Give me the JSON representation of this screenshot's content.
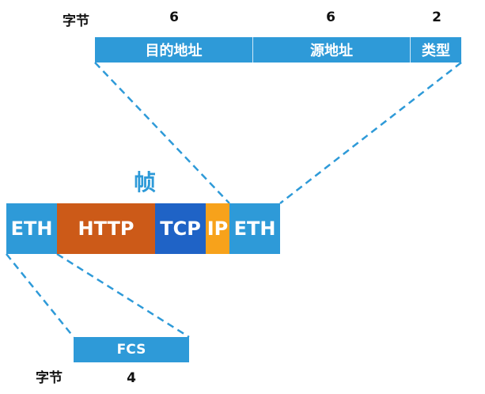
{
  "header": {
    "bytes_label": "字节",
    "fields": [
      {
        "label": "目的地址",
        "bytes": "6"
      },
      {
        "label": "源地址",
        "bytes": "6"
      },
      {
        "label": "类型",
        "bytes": "2"
      }
    ]
  },
  "frame": {
    "title": "帧",
    "segments": [
      {
        "label": "ETH",
        "color": "#2e9ad8"
      },
      {
        "label": "HTTP",
        "color": "#cc5a18"
      },
      {
        "label": "TCP",
        "color": "#1f63c6"
      },
      {
        "label": "IP",
        "color": "#f7a21b"
      },
      {
        "label": "ETH",
        "color": "#2e9ad8"
      }
    ]
  },
  "footer": {
    "bytes_label": "字节",
    "field": {
      "label": "FCS",
      "bytes": "4"
    }
  },
  "colors": {
    "primary": "#2e9ad8",
    "connector": "#2e9ad8"
  }
}
